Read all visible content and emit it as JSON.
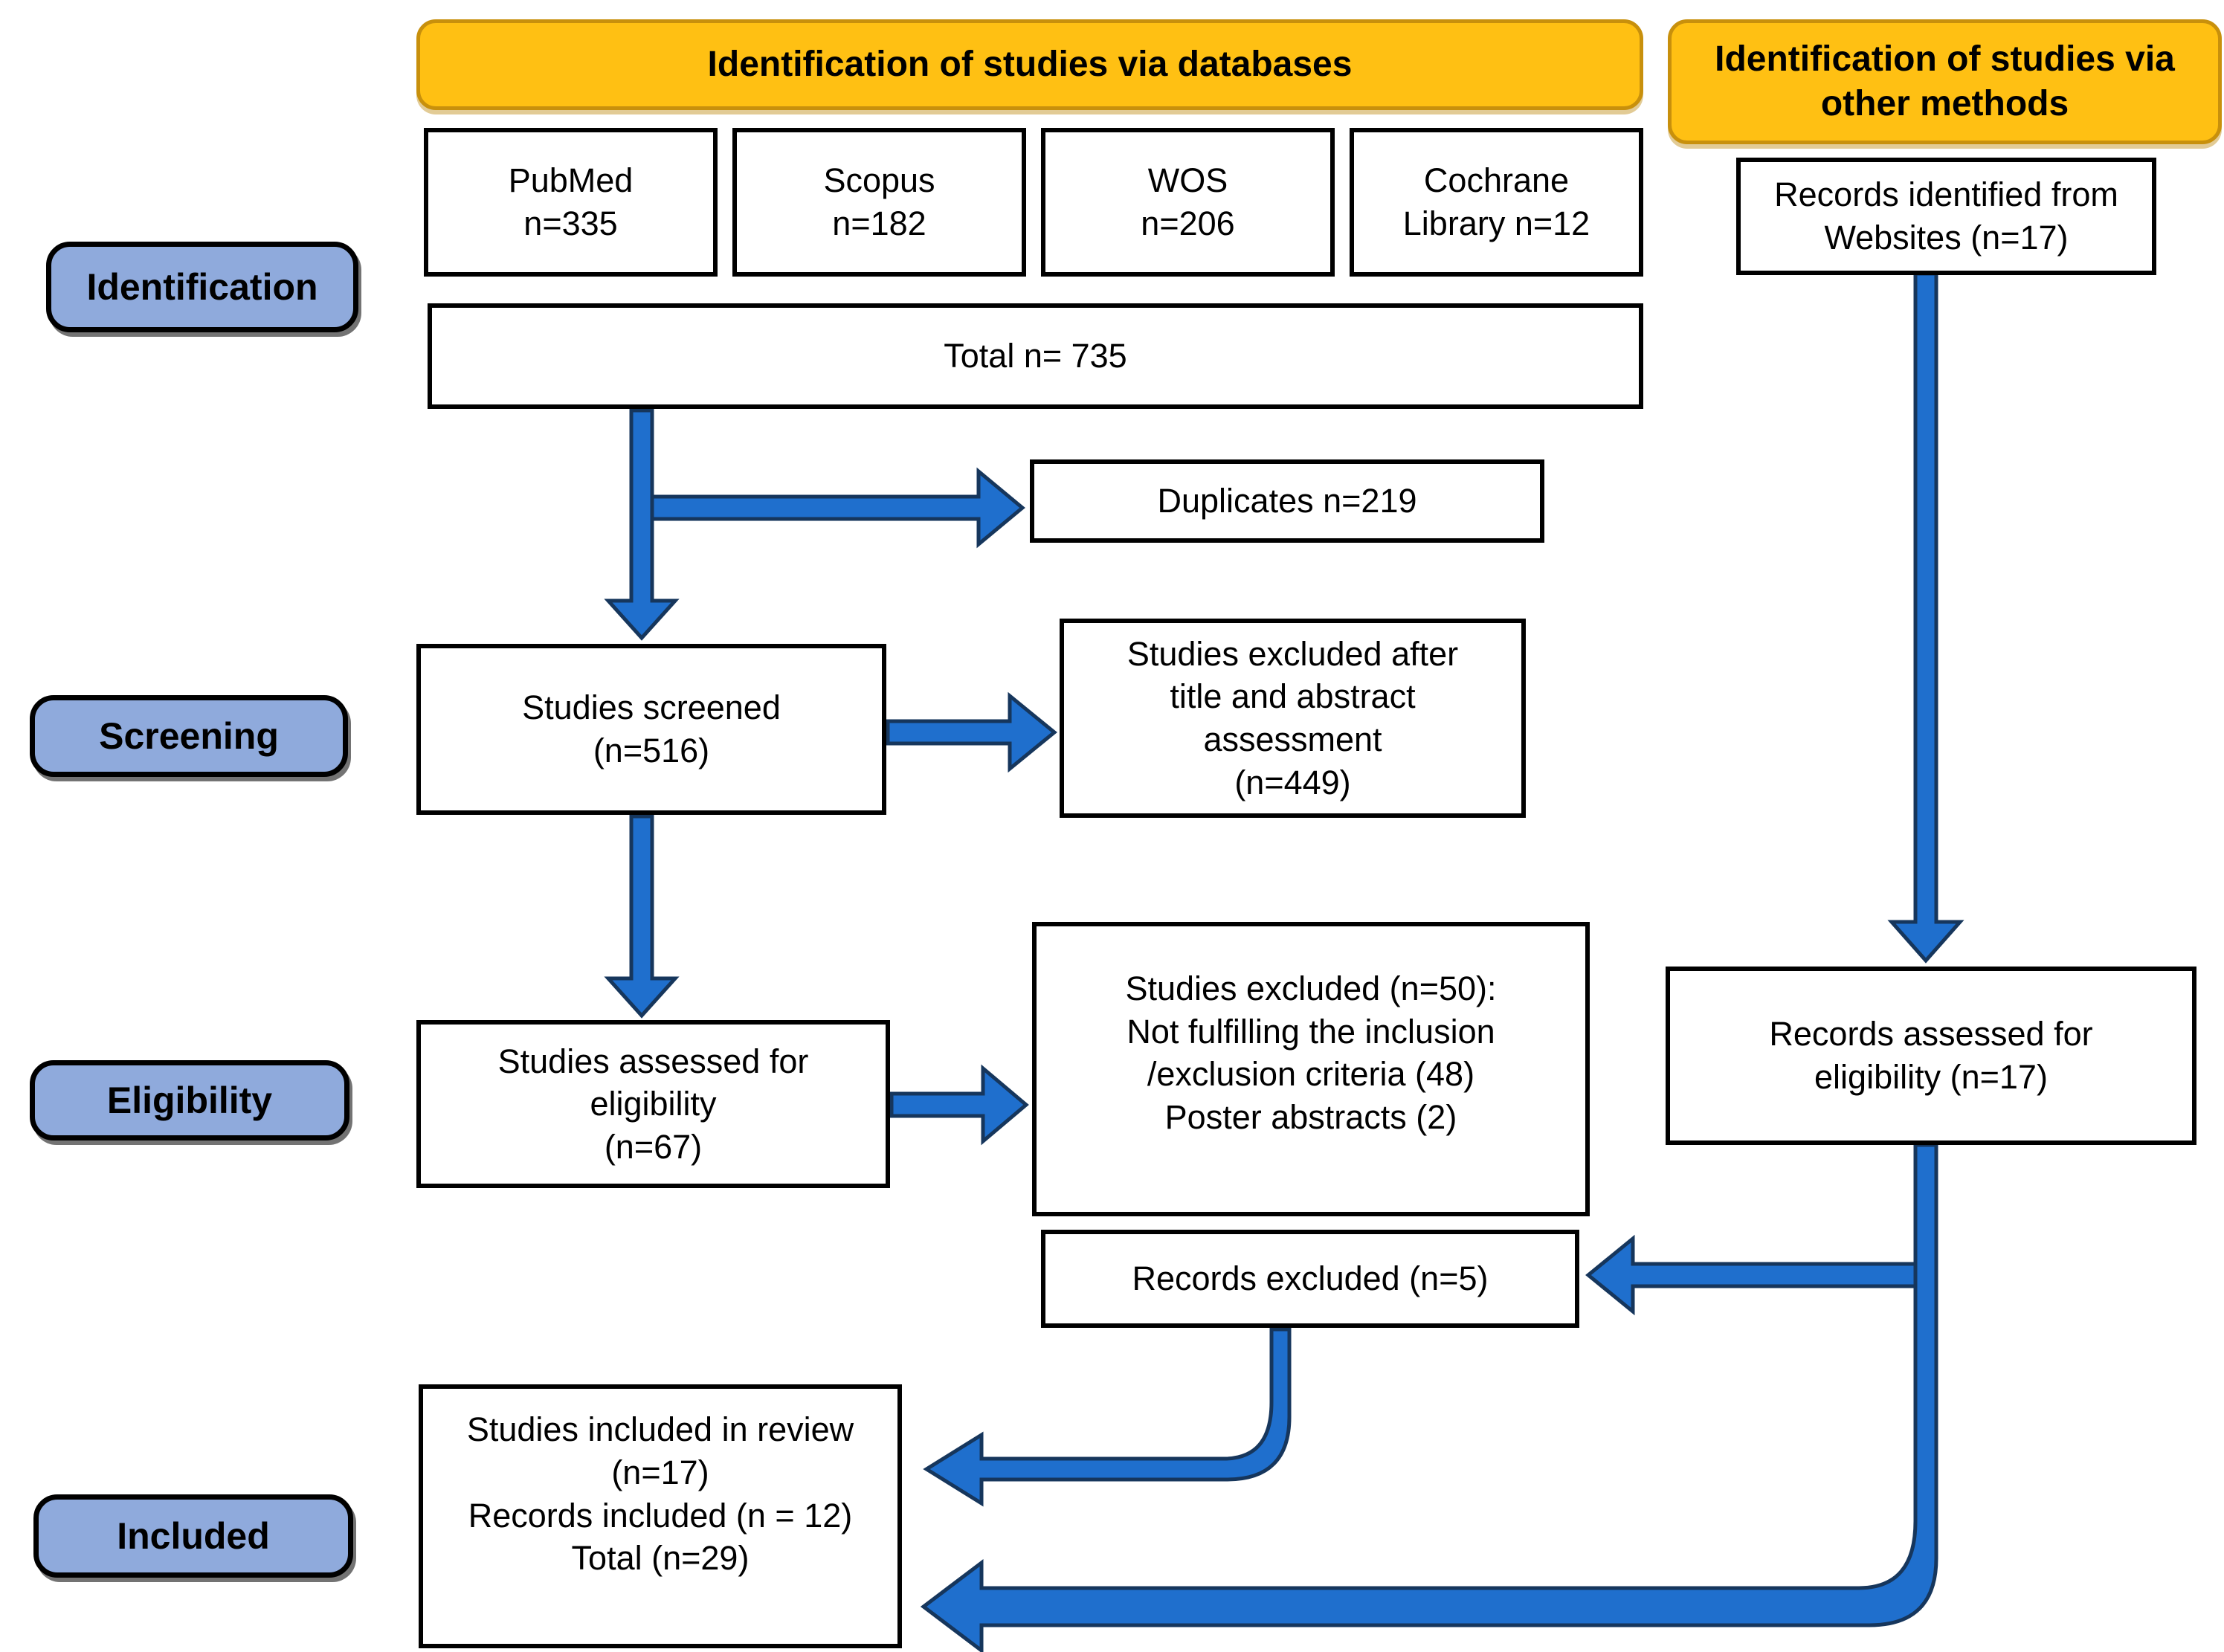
{
  "colors": {
    "header_fill": "#FFC013",
    "header_border": "#C8900C",
    "stage_fill": "#8FAADC",
    "arrow_fill": "#1F6FCD",
    "arrow_outline": "#16365C",
    "box_border": "#000000"
  },
  "headers": {
    "databases": "Identification of studies via databases",
    "other_methods": "Identification of studies via\nother methods"
  },
  "stages": {
    "identification": "Identification",
    "screening": "Screening",
    "eligibility": "Eligibility",
    "included": "Included"
  },
  "boxes": {
    "pubmed": "PubMed\nn=335",
    "scopus": "Scopus\nn=182",
    "wos": "WOS\nn=206",
    "cochrane": "Cochrane\nLibrary n=12",
    "records_identified": "Records identified from\nWebsites (n=17)",
    "total": "Total n= 735",
    "duplicates": "Duplicates n=219",
    "studies_screened": "Studies screened\n(n=516)",
    "excluded_title_abstract": "Studies excluded after\ntitle and abstract\nassessment\n(n=449)",
    "studies_assessed": "Studies assessed for\neligibility\n(n=67)",
    "excluded_criteria": "Studies excluded (n=50):\nNot fulfilling the inclusion\n/exclusion criteria (48)\nPoster abstracts (2)",
    "records_assessed": "Records assessed for\neligibility (n=17)",
    "records_excluded": "Records excluded (n=5)",
    "included": "Studies included in review\n(n=17)\nRecords included (n = 12)\nTotal (n=29)"
  }
}
